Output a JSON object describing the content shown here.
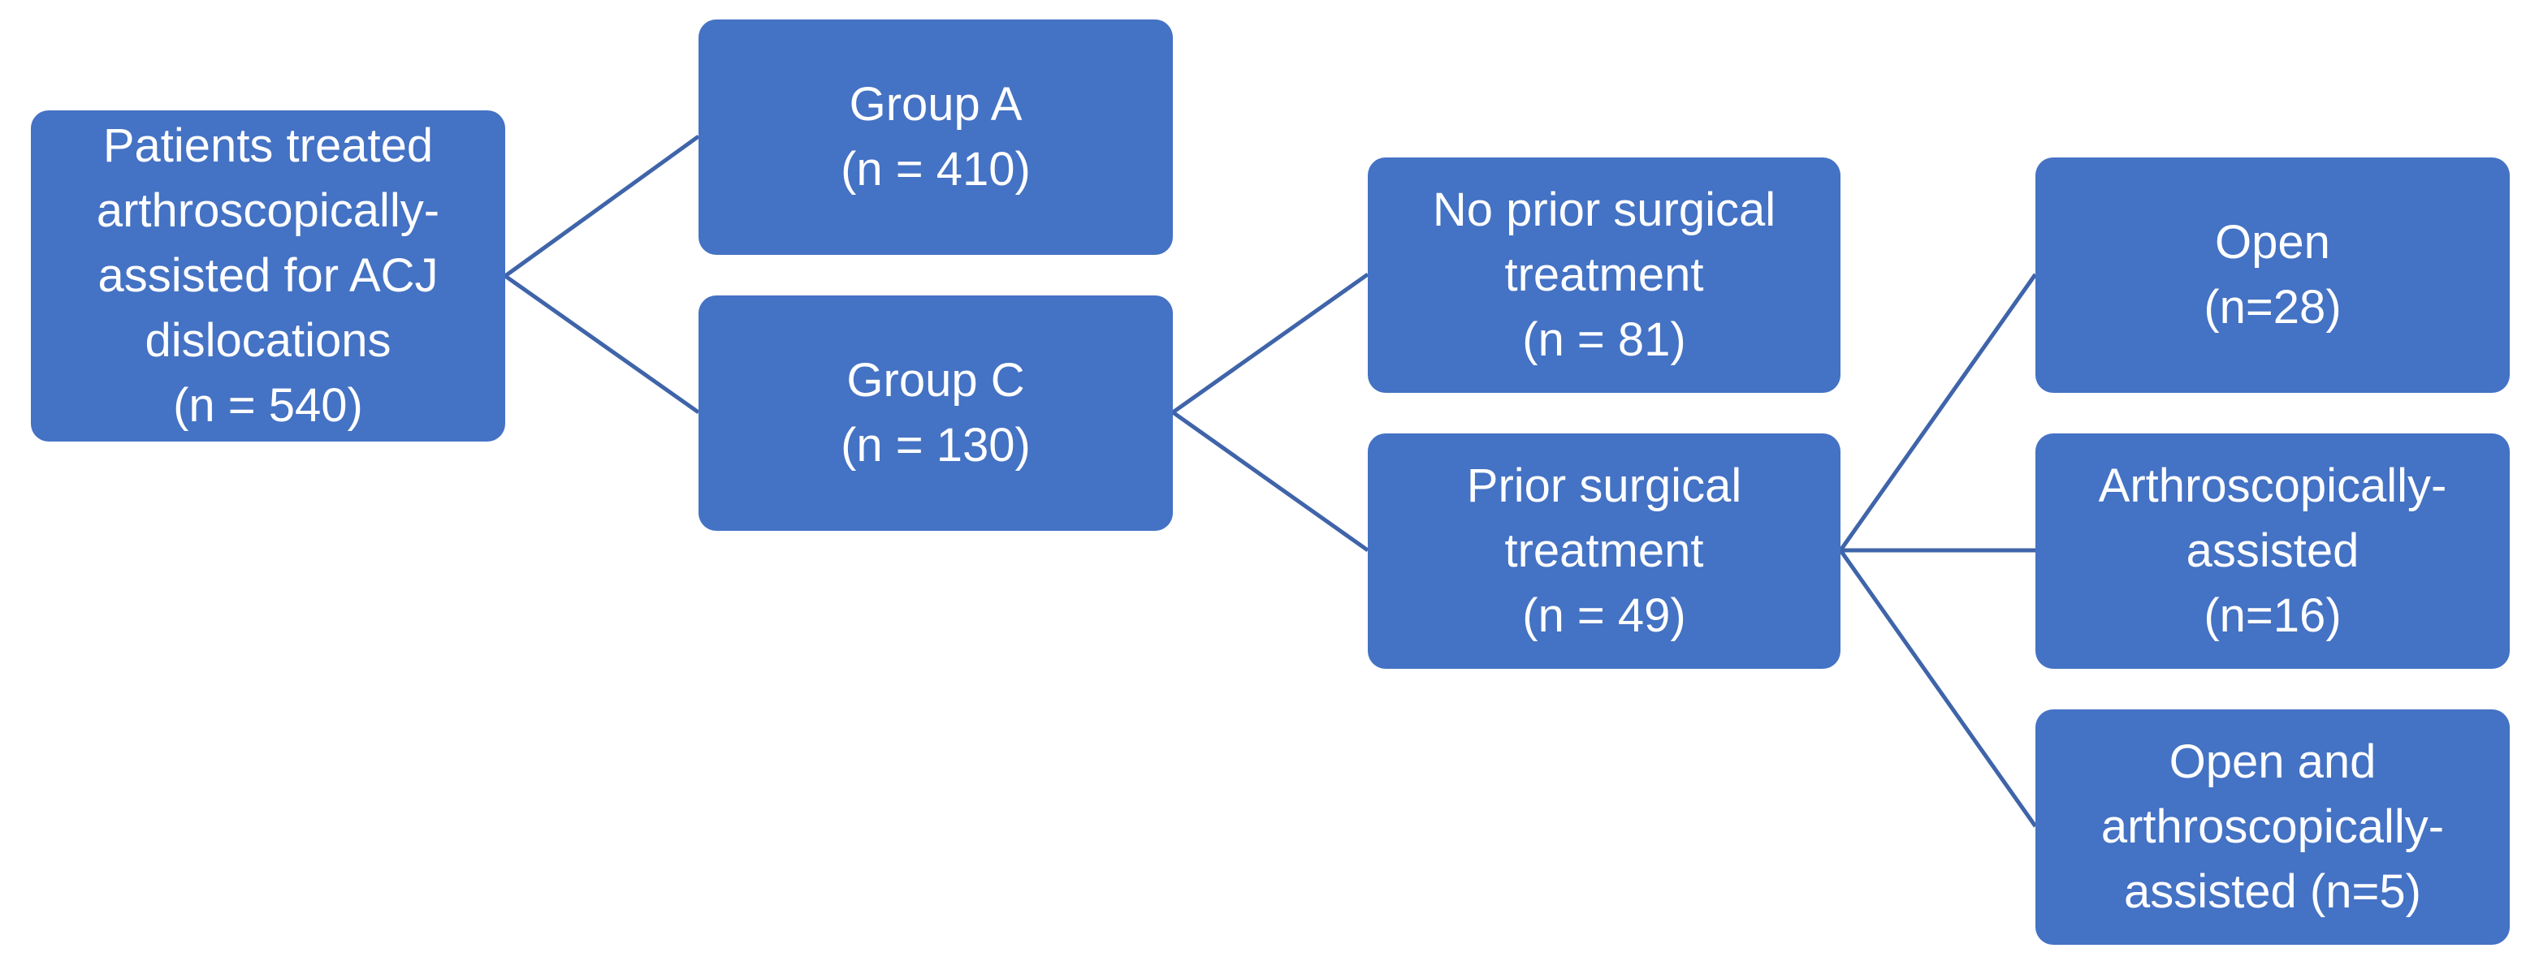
{
  "diagram": {
    "root": {
      "lines": [
        "Patients treated",
        "arthroscopically-",
        "assisted for ACJ",
        "dislocations",
        "(n = 540)"
      ]
    },
    "group_a": {
      "lines": [
        "Group A",
        "(n = 410)"
      ]
    },
    "group_c": {
      "lines": [
        "Group C",
        "(n = 130)"
      ]
    },
    "no_prior": {
      "lines": [
        "No prior surgical",
        "treatment",
        "(n = 81)"
      ]
    },
    "prior": {
      "lines": [
        "Prior surgical",
        "treatment",
        "(n = 49)"
      ]
    },
    "open": {
      "lines": [
        "Open",
        "(n=28)"
      ]
    },
    "arthro": {
      "lines": [
        "Arthroscopically-",
        "assisted",
        "(n=16)"
      ]
    },
    "open_arthro": {
      "lines": [
        "Open and",
        "arthroscopically-",
        "assisted (n=5)"
      ]
    }
  }
}
